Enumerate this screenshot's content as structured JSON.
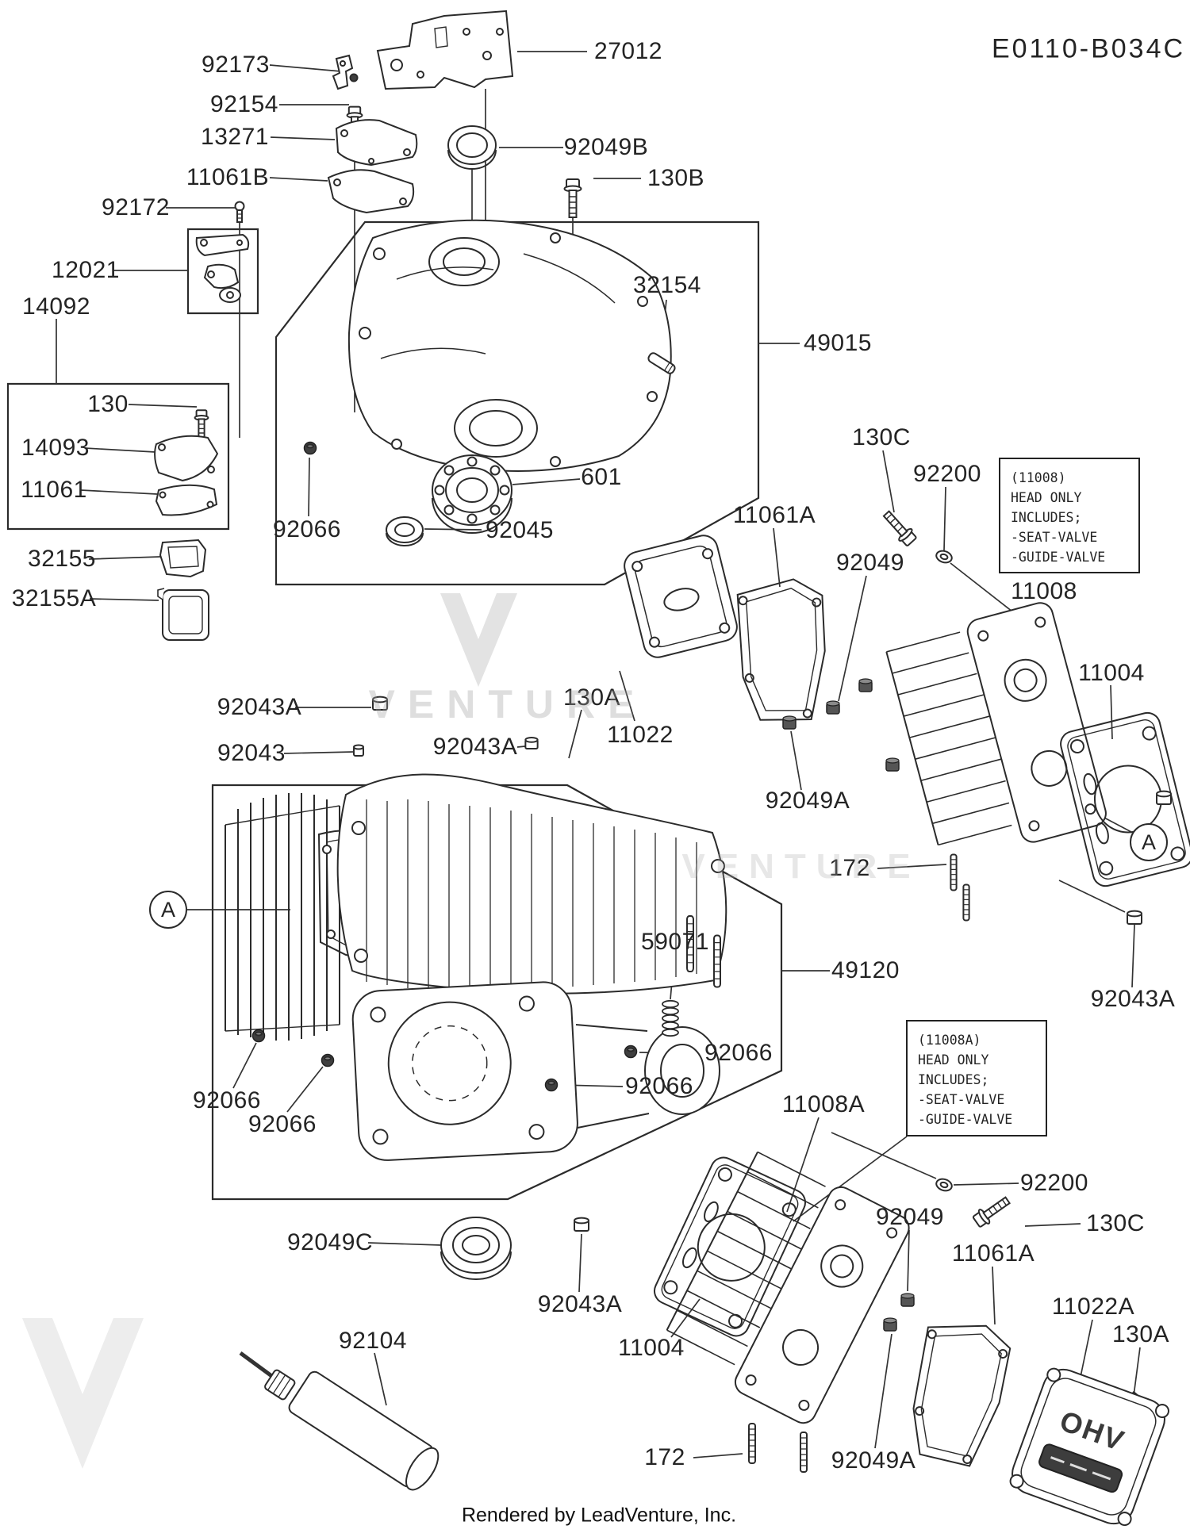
{
  "diagram": {
    "code": "E0110-B034C",
    "footer": "Rendered by LeadVenture, Inc.",
    "watermark": {
      "brand": "VENTURE"
    },
    "valve_cover_text": "OHV",
    "detail_markers": [
      {
        "letter": "A"
      },
      {
        "letter": "A"
      }
    ],
    "note_boxes": [
      {
        "lines": [
          "(11008)",
          "HEAD ONLY",
          "INCLUDES;",
          "-SEAT-VALVE",
          "-GUIDE-VALVE"
        ]
      },
      {
        "lines": [
          "(11008A)",
          "HEAD ONLY",
          "INCLUDES;",
          "-SEAT-VALVE",
          "-GUIDE-VALVE"
        ]
      }
    ],
    "labels": [
      {
        "text": "92173"
      },
      {
        "text": "92154"
      },
      {
        "text": "13271"
      },
      {
        "text": "11061B"
      },
      {
        "text": "92172"
      },
      {
        "text": "12021"
      },
      {
        "text": "14092"
      },
      {
        "text": "27012"
      },
      {
        "text": "92049B"
      },
      {
        "text": "130B"
      },
      {
        "text": "32154"
      },
      {
        "text": "49015"
      },
      {
        "text": "130"
      },
      {
        "text": "14093"
      },
      {
        "text": "11061"
      },
      {
        "text": "32155"
      },
      {
        "text": "32155A"
      },
      {
        "text": "92066"
      },
      {
        "text": "92045"
      },
      {
        "text": "601"
      },
      {
        "text": "130C"
      },
      {
        "text": "92200"
      },
      {
        "text": "11061A"
      },
      {
        "text": "92049"
      },
      {
        "text": "11008"
      },
      {
        "text": "11004"
      },
      {
        "text": "92043A"
      },
      {
        "text": "92043"
      },
      {
        "text": "92043A"
      },
      {
        "text": "130A"
      },
      {
        "text": "11022"
      },
      {
        "text": "92049A"
      },
      {
        "text": "172"
      },
      {
        "text": "59071"
      },
      {
        "text": "49120"
      },
      {
        "text": "92043A"
      },
      {
        "text": "92066"
      },
      {
        "text": "92066"
      },
      {
        "text": "92066"
      },
      {
        "text": "92066"
      },
      {
        "text": "11008A"
      },
      {
        "text": "92049C"
      },
      {
        "text": "92104"
      },
      {
        "text": "92043A"
      },
      {
        "text": "11004"
      },
      {
        "text": "92200"
      },
      {
        "text": "130C"
      },
      {
        "text": "92049"
      },
      {
        "text": "11061A"
      },
      {
        "text": "11022A"
      },
      {
        "text": "130A"
      },
      {
        "text": "172"
      },
      {
        "text": "92049A"
      }
    ]
  }
}
